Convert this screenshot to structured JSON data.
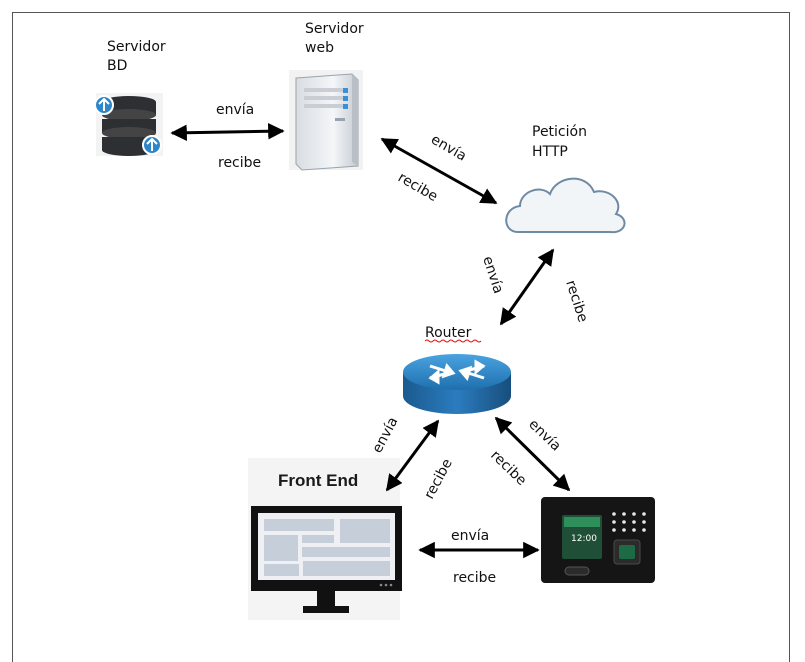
{
  "nodes": {
    "db": {
      "label_line1": "Servidor",
      "label_line2": "BD",
      "icon": "database-icon"
    },
    "web": {
      "label_line1": "Servidor",
      "label_line2": "web",
      "icon": "server-tower-icon"
    },
    "cloud": {
      "label_line1": "Petición",
      "label_line2": "HTTP",
      "icon": "cloud-icon"
    },
    "router": {
      "label": "Router",
      "icon": "router-icon"
    },
    "frontend": {
      "label": "Front End",
      "icon": "monitor-icon"
    },
    "device": {
      "icon": "biometric-terminal-icon"
    }
  },
  "edges": {
    "db_web": {
      "send": "envía",
      "receive": "recibe"
    },
    "web_cloud": {
      "send": "envía",
      "receive": "recibe"
    },
    "cloud_router": {
      "send": "envía",
      "receive": "recibe"
    },
    "router_frontend": {
      "send": "envía",
      "receive": "recibe"
    },
    "router_device": {
      "send": "envía",
      "receive": "recibe"
    },
    "frontend_device": {
      "send": "envía",
      "receive": "recibe"
    }
  },
  "colors": {
    "db_dark": "#2d2f33",
    "db_accent": "#2e86c9",
    "router_top": "#2a7fc0",
    "router_side": "#1d5f96",
    "cloud_fill": "#f2f5f8",
    "cloud_stroke": "#6f8aa3",
    "arrow": "#000000",
    "monitor_frame": "#111111"
  },
  "device_screen": {
    "time": "12:00"
  }
}
